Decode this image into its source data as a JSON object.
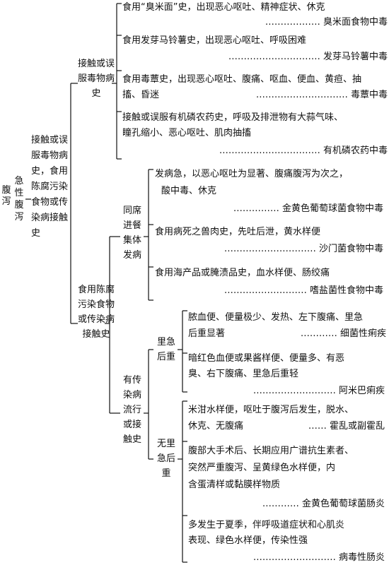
{
  "root": {
    "label_a": "腹泻",
    "label_b": "急性腹泻"
  },
  "level1": {
    "contact": "接触或误服毒物病史，食用陈腐污染食物或传染病接触史"
  },
  "level2": {
    "poison": "接触或误服毒物病史",
    "food": "食用陈腐污染食物或传染病接触史"
  },
  "level3": {
    "group": "同席进餐集体发病",
    "infect": "有传染病流行或接触史"
  },
  "level4": {
    "tenesmus": "里急后重",
    "no_tenesmus": "无里急后重"
  },
  "items": {
    "i1_line1": "食用“臭米面”史，出现恶心呕吐、精神症状、休克",
    "i1_dx": "臭米面食物中毒",
    "i2_line1": "食用发芽马铃薯史，出现恶心呕吐、呼吸困难",
    "i2_dx": "发芽马铃薯中毒",
    "i3_line1": "食用毒蕈史，出现恶心呕吐、腹痛、呕血、便血、黄疸、抽",
    "i3_line2": "搐、昏迷",
    "i3_dx": "毒蕈中毒",
    "i4_line1": "接触或误服有机磷农药史，呼吸及排泄物有大蒜气味、",
    "i4_line2": "瞳孔缩小、恶心呕吐、肌肉抽搐",
    "i4_dx": "有机磷农药中毒",
    "i5_line1": "发病急，以恶心呕吐为显著、腹痛腹泻为次之，",
    "i5_line2": "酸中毒、休克",
    "i5_dx": "金黄色葡萄球菌食物中毒",
    "i6_line1": "食用病死之兽肉史，先吐后泄，黄水样便",
    "i6_dx": "沙门菌食物中毒",
    "i7_line1": "食用海产品或腌渍品史，血水样便、肠绞痛",
    "i7_dx": "嗜盐菌性食物中毒",
    "i8_line1": "脓血便、便量极少、发热、左下腹痛、里急",
    "i8_line2": "后重显著",
    "i8_dx": "细菌性痢疾",
    "i9_line1": "暗红色血便或果酱样便、便量多、有恶",
    "i9_line2": "臭、右下腹痛、里急后重轻",
    "i9_dx": "阿米巴痢疾",
    "i10_line1": "米泔水样便，呕吐于腹泻后发生，脱水、",
    "i10_line2": "休克、无腹痛",
    "i10_dx": "霍乱或副霍乱",
    "i11_line1": "腹部大手术后、长期应用广谱抗生素者、",
    "i11_line2": "突然严重腹泻、呈黄绿色水样便，内",
    "i11_line3": "含蛋清样或黏膜样物质",
    "i11_dx": "金黄色葡萄球菌肠炎",
    "i12_line1": "多发生于夏季，伴呼吸道症状和心肌炎",
    "i12_line2": "表现、绿色水样便，传染性强",
    "i12_dx": "病毒性肠炎"
  }
}
